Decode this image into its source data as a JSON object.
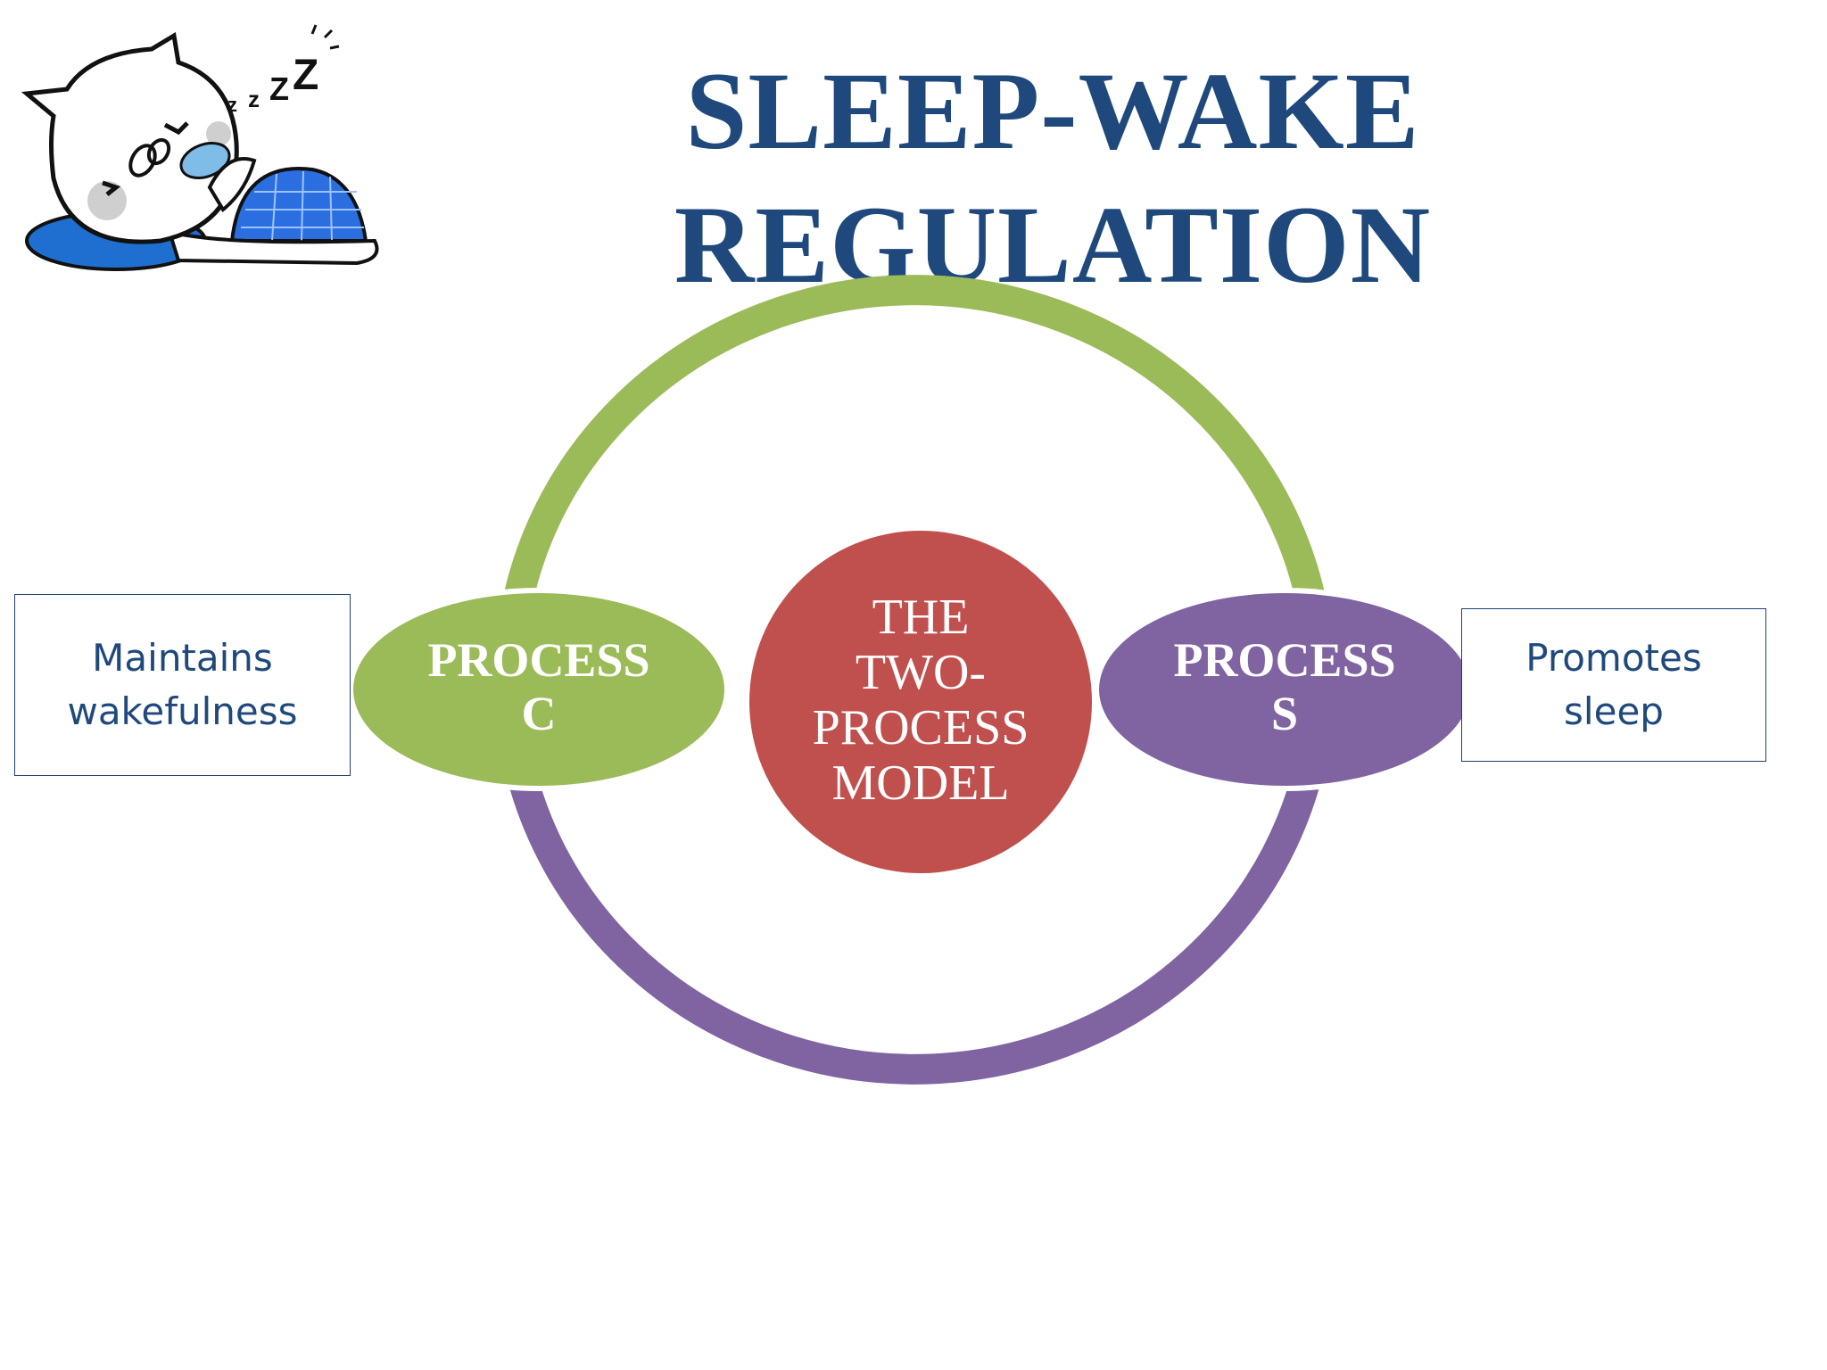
{
  "slide": {
    "title_line1": "SLEEP-WAKE",
    "title_line2": "REGULATION"
  },
  "diagram": {
    "center": {
      "line1": "THE",
      "line2": "TWO-",
      "line3": "PROCESS",
      "line4": "MODEL",
      "color": "#c0504d"
    },
    "process_c": {
      "line1": "PROCESS",
      "line2": "C",
      "color": "#9bbb59"
    },
    "process_s": {
      "line1": "PROCESS",
      "line2": "S",
      "color": "#8064a2"
    },
    "ring_colors": {
      "top_arc": "#9bbb59",
      "bottom_arc": "#8064a2"
    }
  },
  "left_box": {
    "line1": "Maintains",
    "line2": "wakefulness"
  },
  "right_box": {
    "line1": "Promotes",
    "line2": "sleep"
  },
  "mascot": {
    "icon": "sleeping-cat-icon",
    "zzz": [
      "z",
      "z",
      "Z",
      "Z"
    ]
  }
}
